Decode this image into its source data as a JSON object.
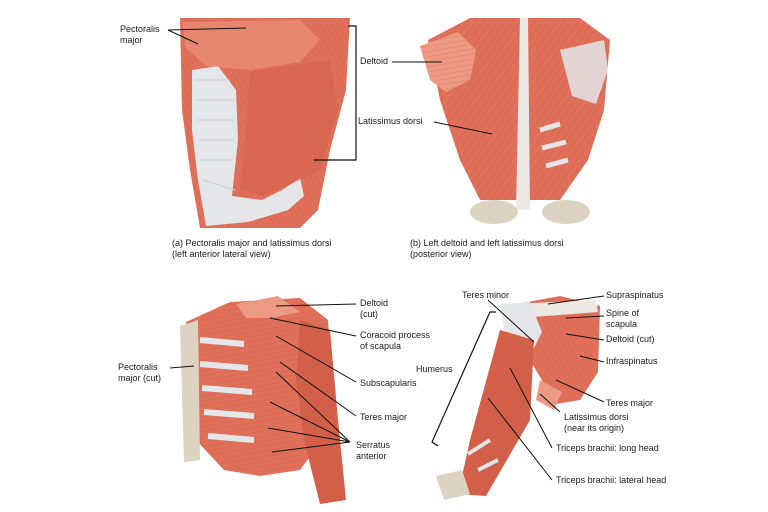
{
  "colors": {
    "muscle": "#e0705a",
    "muscle_light": "#ec9a84",
    "muscle_dark": "#b84a36",
    "tendon": "#e4e6ea",
    "bone": "#ddd3c2",
    "line": "#111111"
  },
  "panels": {
    "a": {
      "caption": "(a) Pectoralis major and latissimus dorsi\n(left anterior lateral view)",
      "labels": {
        "pectoralis_major": "Pectoralis\nmajor"
      }
    },
    "b": {
      "caption": "(b) Left deltoid and left latissimus dorsi\n(posterior view)",
      "labels": {
        "deltoid": "Deltoid",
        "latissimus_dorsi": "Latissimus dorsi"
      }
    },
    "c": {
      "labels": {
        "pectoralis_major_cut": "Pectoralis\nmajor (cut)",
        "deltoid_cut": "Deltoid\n(cut)",
        "coracoid_process": "Coracoid process\nof scapula",
        "subscapularis": "Subscapularis",
        "teres_major": "Teres major",
        "serratus_anterior": "Serratus\nanterior"
      }
    },
    "d": {
      "labels": {
        "teres_minor": "Teres minor",
        "supraspinatus": "Supraspinatus",
        "spine_of_scapula": "Spine of\nscapula",
        "deltoid_cut": "Deltoid (cut)",
        "infraspinatus": "Infraspinatus",
        "humerus": "Humerus",
        "teres_major": "Teres major",
        "latissimus_dorsi": "Latissimus dorsi\n(near its origin)",
        "triceps_long": "Triceps brachii: long head",
        "triceps_lateral": "Triceps brachii: lateral head"
      }
    }
  }
}
